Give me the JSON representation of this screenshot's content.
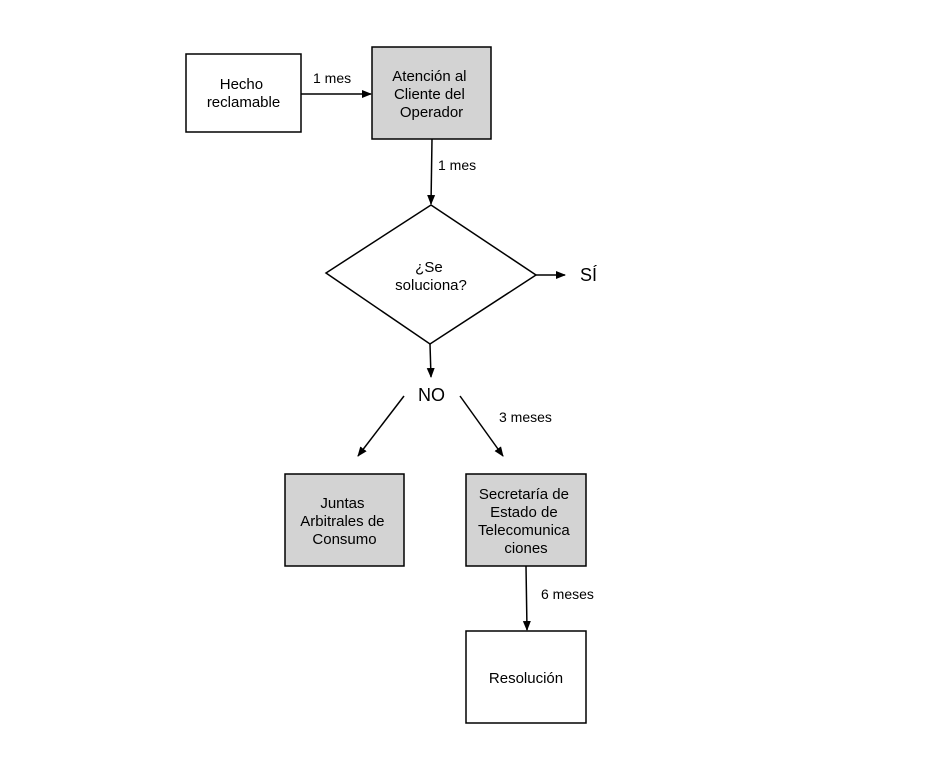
{
  "colors": {
    "stroke": "#000000",
    "gray_fill": "#d3d3d3",
    "white_fill": "#ffffff"
  },
  "nodes": {
    "hecho": {
      "lines": [
        "Hecho",
        "reclamable"
      ]
    },
    "atencion": {
      "lines": [
        "Atención al",
        "Cliente del",
        "Operador"
      ]
    },
    "decision": {
      "lines": [
        "¿Se",
        "soluciona?"
      ]
    },
    "juntas": {
      "lines": [
        "Juntas",
        "Arbitrales de",
        "Consumo"
      ]
    },
    "secretaria": {
      "lines": [
        "Secretaría de",
        "Estado de",
        "Telecomunica",
        "ciones"
      ]
    },
    "resolucion": {
      "lines": [
        "Resolución"
      ]
    }
  },
  "outcomes": {
    "yes": "SÍ",
    "no": "NO"
  },
  "edges": {
    "hecho_to_atencion": "1 mes",
    "atencion_to_decision": "1 mes",
    "no_to_secretaria": "3 meses",
    "secretaria_to_resolucion": "6 meses"
  }
}
